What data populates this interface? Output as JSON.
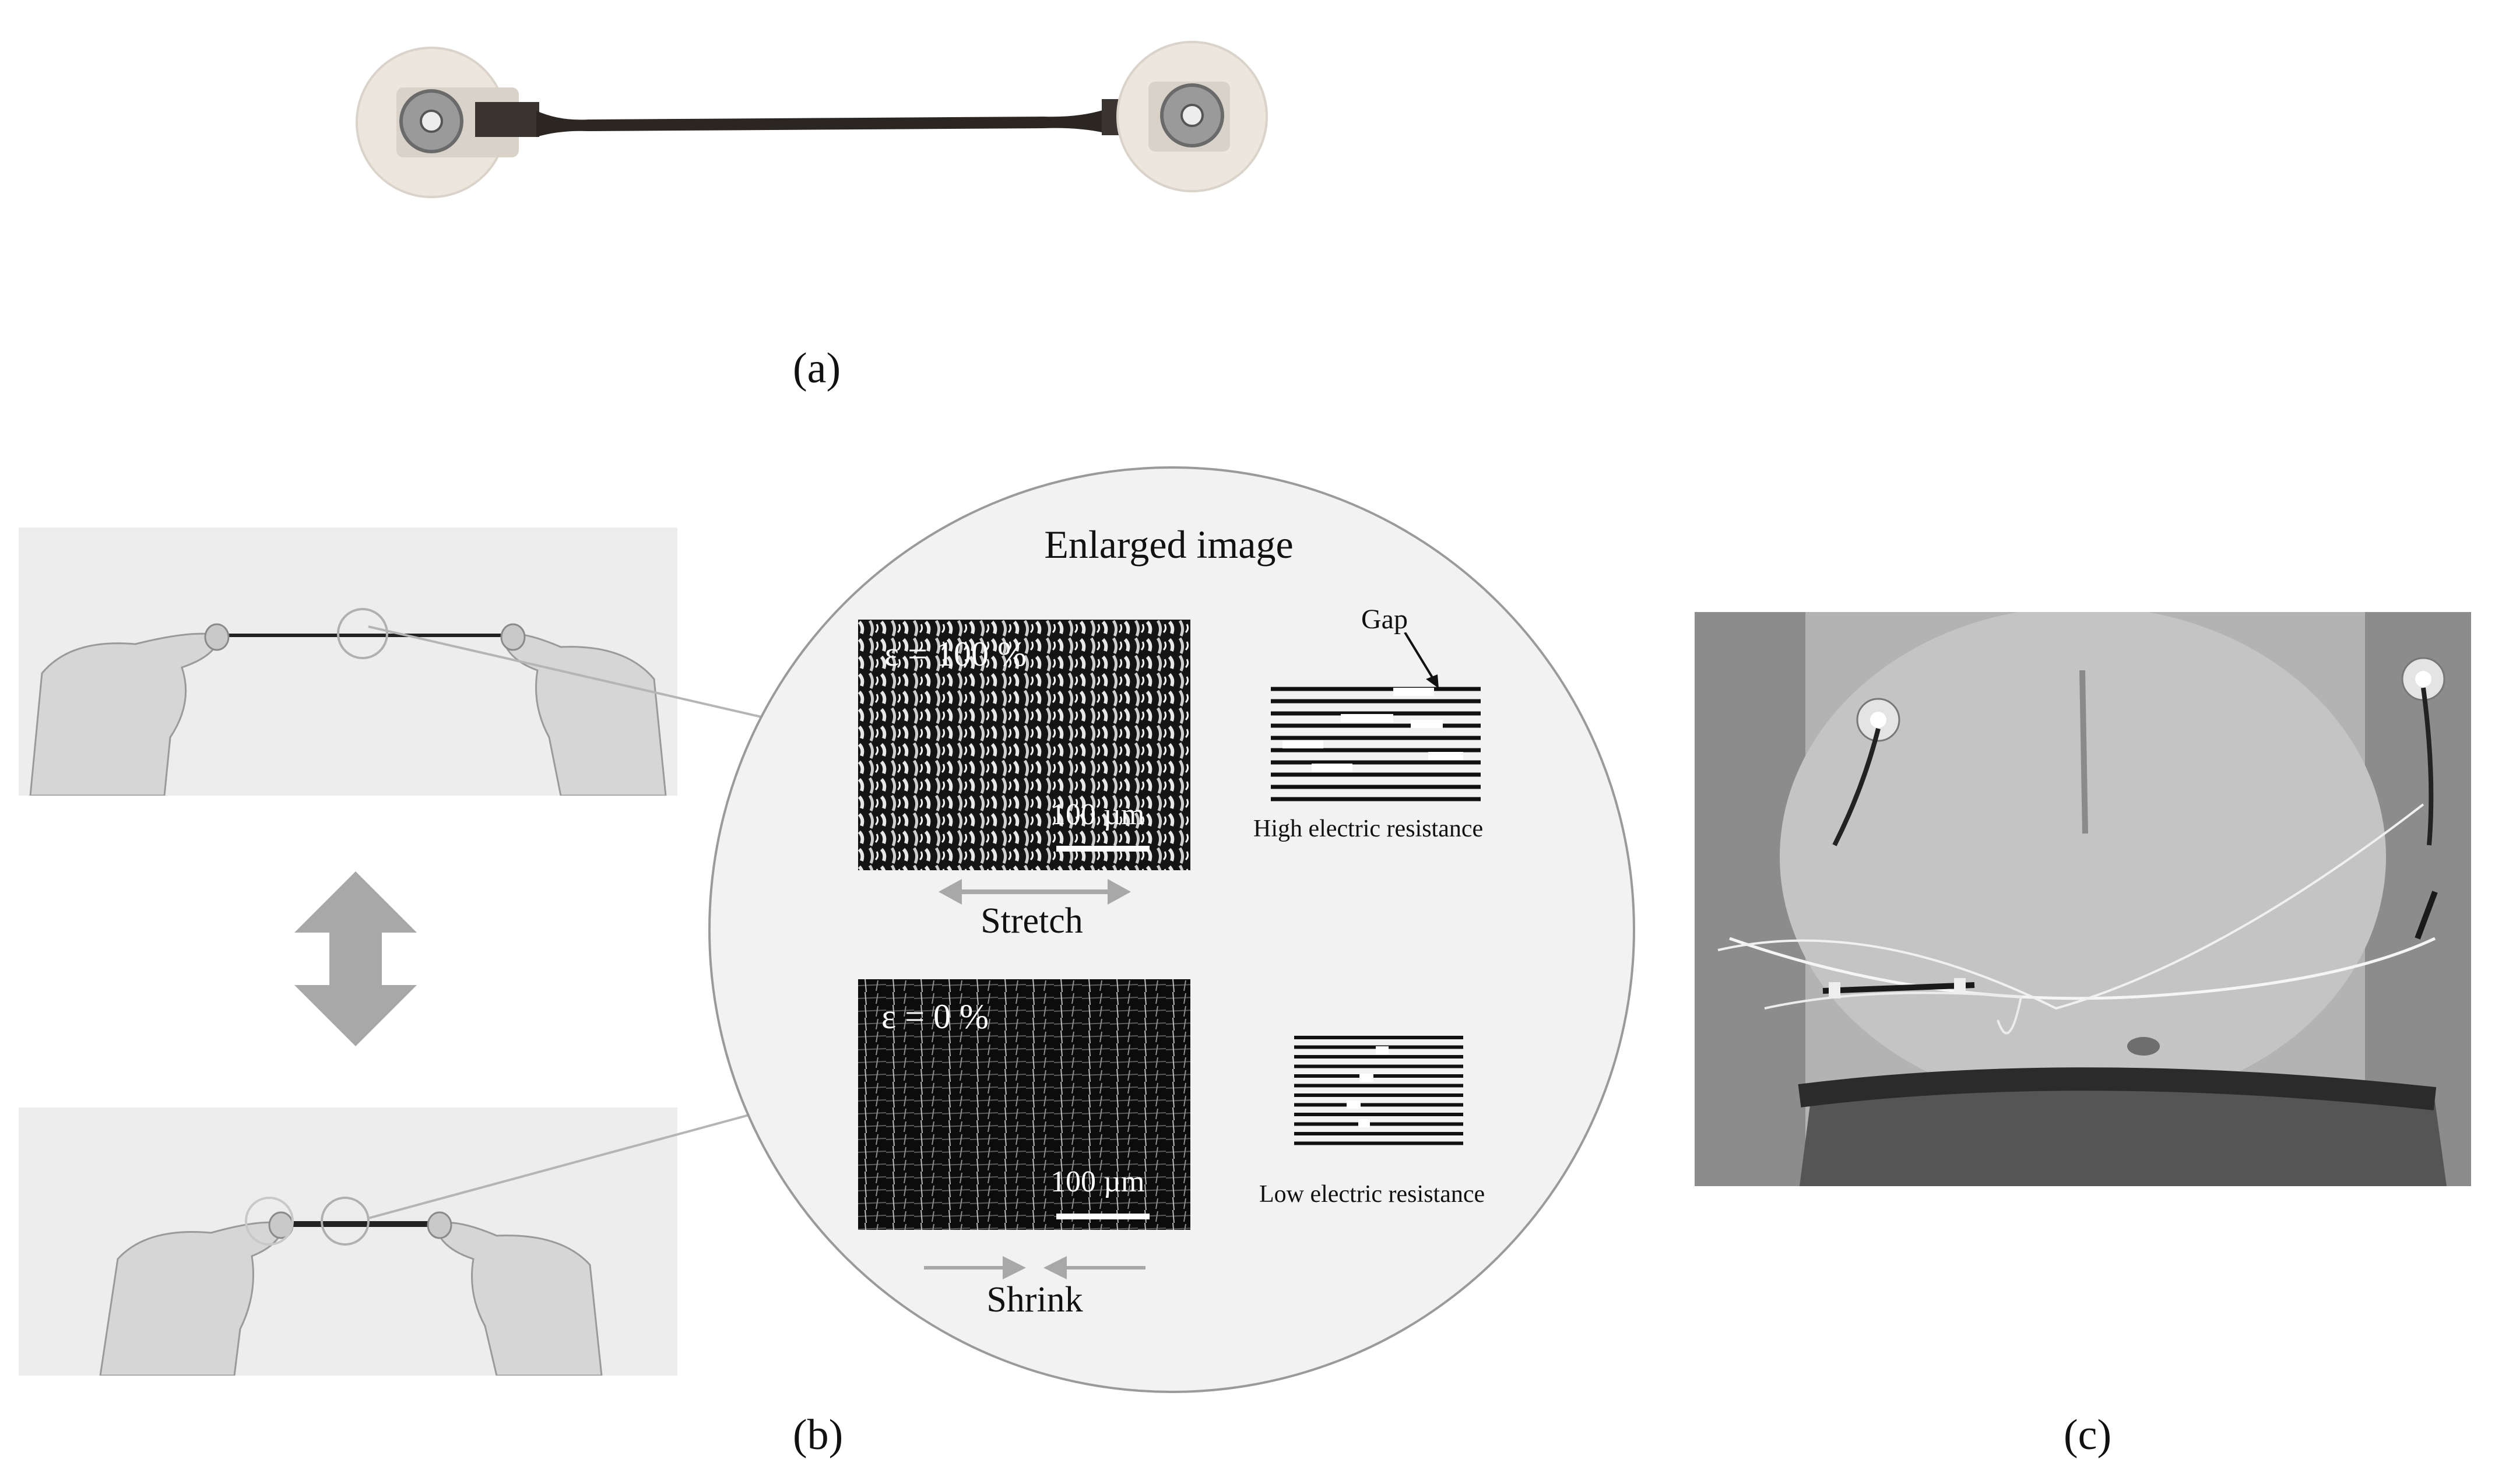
{
  "figure": {
    "panel_labels": {
      "a": "(a)",
      "b": "(b)",
      "c": "(c)"
    },
    "enlarged": {
      "title": "Enlarged image",
      "strain_stretched": "ε = 100 %",
      "strain_relaxed": "ε = 0 %",
      "scale_bar_top": "100 µm",
      "scale_bar_bottom": "100 µm",
      "stretch_label": "Stretch",
      "shrink_label": "Shrink",
      "gap_label": "Gap",
      "high_resistance_label": "High electric resistance",
      "low_resistance_label": "Low electric resistance"
    },
    "colors": {
      "circle_fill": "#f2f2f2",
      "arrow_gray": "#a8a8a8",
      "photo_bg": "#eeeeee"
    }
  }
}
